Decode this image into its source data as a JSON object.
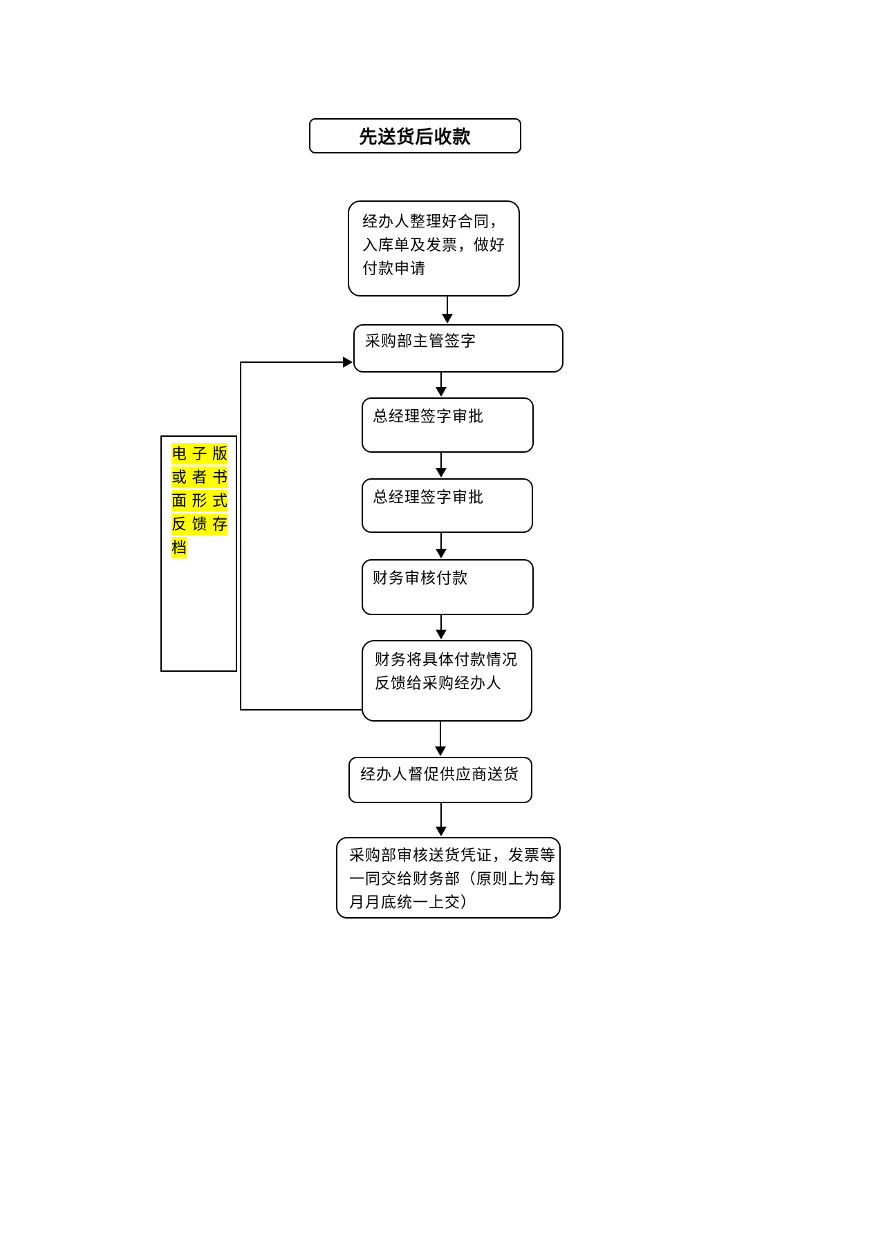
{
  "title": {
    "label": "先送货后收款"
  },
  "flow": {
    "steps": [
      {
        "lines": [
          "经办人整理好合同，",
          "入库单及发票，做好",
          "付款申请"
        ]
      },
      {
        "lines": [
          "采购部主管签字"
        ]
      },
      {
        "lines": [
          "总经理签字审批"
        ]
      },
      {
        "lines": [
          "总经理签字审批"
        ]
      },
      {
        "lines": [
          "财务审核付款"
        ]
      },
      {
        "lines": [
          "财务将具体付款情况",
          "反馈给采购经办人"
        ]
      },
      {
        "lines": [
          "经办人督促供应商送货"
        ]
      },
      {
        "lines": [
          "采购部审核送货凭证，发票等",
          "一同交给财务部（原则上为每",
          "月月底统一上交）"
        ]
      }
    ]
  },
  "annotation": {
    "full_text": "电子版或者书面形式反馈存档",
    "lines": [
      "电子版",
      "或者书",
      "面形式",
      "反馈存",
      "档"
    ],
    "highlight_color": "#ffff00"
  },
  "colors": {
    "line": "#000000",
    "background": "#ffffff"
  }
}
